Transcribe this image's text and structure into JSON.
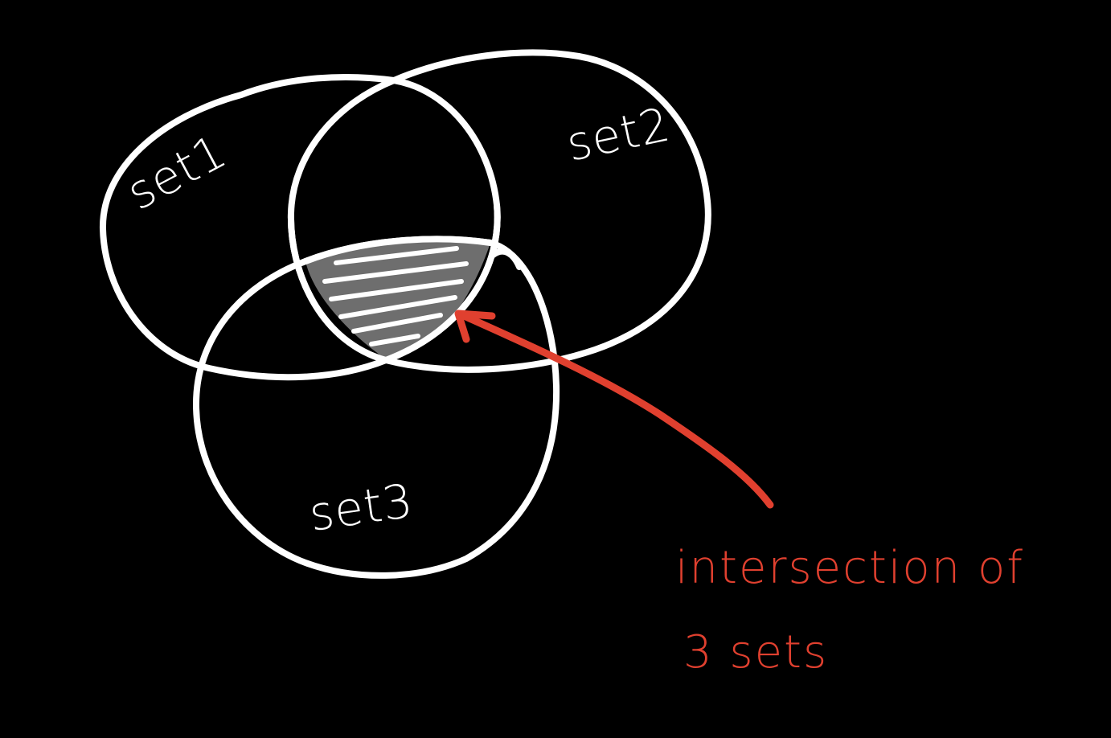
{
  "diagram": {
    "sets": [
      {
        "id": "set1",
        "label": "set1"
      },
      {
        "id": "set2",
        "label": "set2"
      },
      {
        "id": "set3",
        "label": "set3"
      }
    ],
    "annotation": {
      "line1": "intersection of",
      "line2": "3 sets"
    },
    "colors": {
      "background": "#000000",
      "outline": "#ffffff",
      "intersection_fill": "#6e6e6e",
      "annotation": "#e0402f"
    }
  }
}
